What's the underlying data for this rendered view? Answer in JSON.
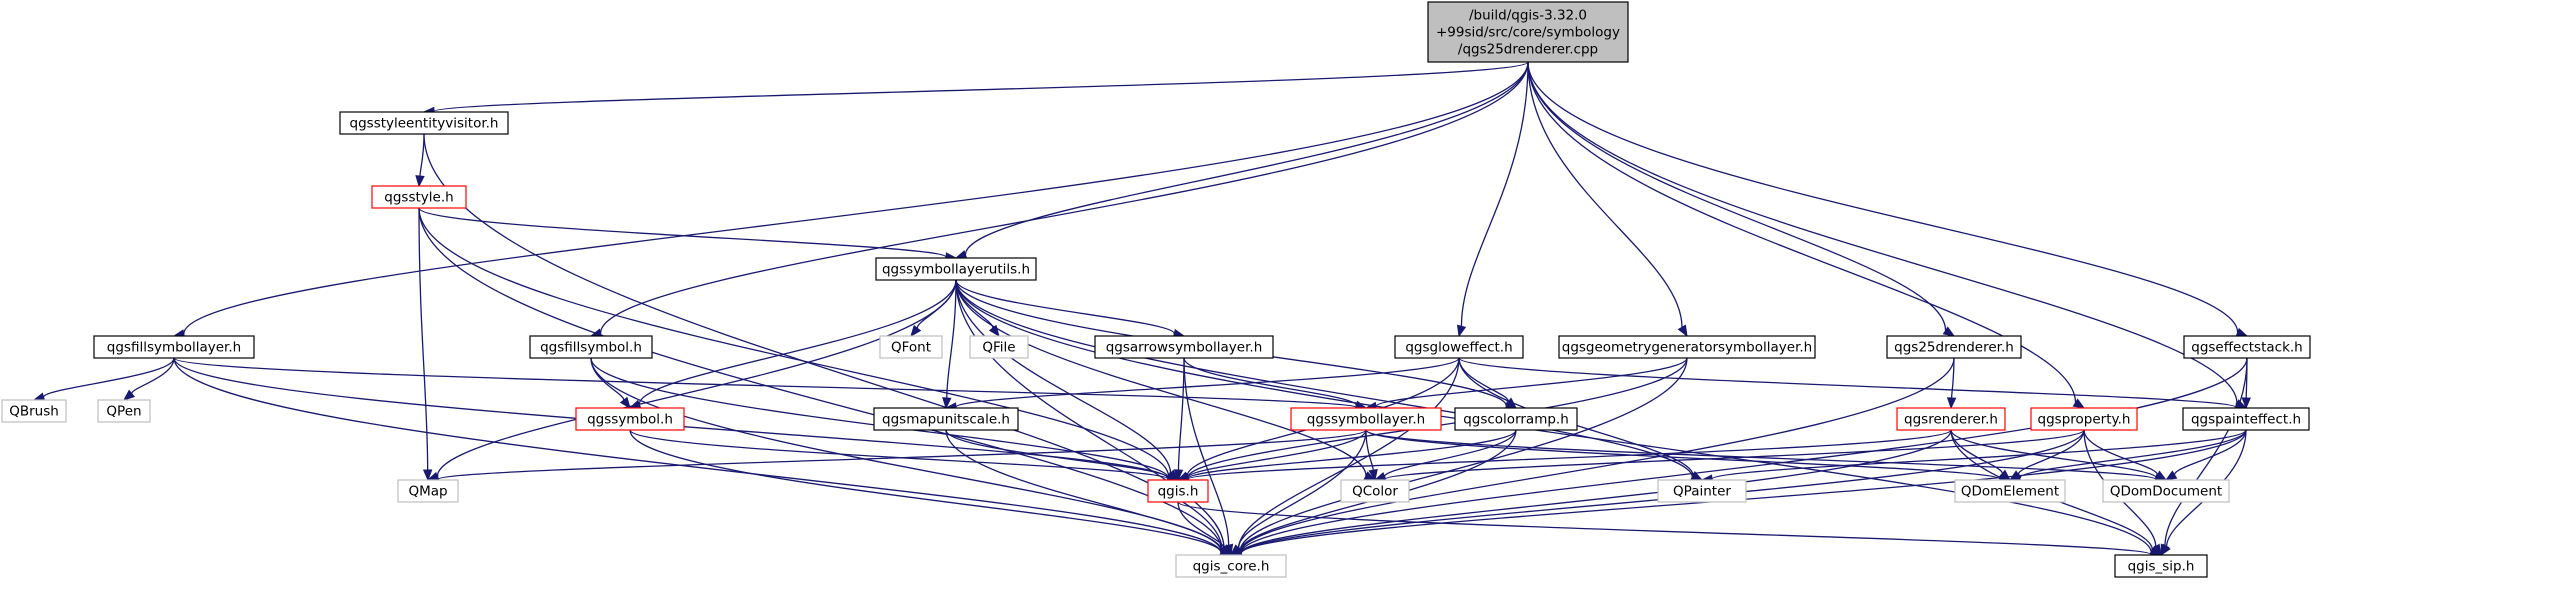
{
  "colors": {
    "edge": "#191970",
    "root_fill": "#bfbfbf",
    "normal_border": "#000000",
    "truncated_border": "#ff0000",
    "external_border": "#bfbfbf",
    "external_text": "#000000"
  },
  "nodes": [
    {
      "id": "root",
      "lines": [
        "/build/qgis-3.32.0",
        "+99sid/src/core/symbology",
        "/qgs25drenderer.cpp"
      ],
      "kind": "root"
    },
    {
      "id": "qgsstyleentityvisitor",
      "lines": [
        "qgsstyleentityvisitor.h"
      ],
      "kind": "normal"
    },
    {
      "id": "qgsstyle",
      "lines": [
        "qgsstyle.h"
      ],
      "kind": "truncated"
    },
    {
      "id": "qgssymbollayerutils",
      "lines": [
        "qgssymbollayerutils.h"
      ],
      "kind": "normal"
    },
    {
      "id": "qgsfillsymbollayer",
      "lines": [
        "qgsfillsymbollayer.h"
      ],
      "kind": "normal"
    },
    {
      "id": "qgsfillsymbol",
      "lines": [
        "qgsfillsymbol.h"
      ],
      "kind": "normal"
    },
    {
      "id": "QFont",
      "lines": [
        "QFont"
      ],
      "kind": "external"
    },
    {
      "id": "QFile",
      "lines": [
        "QFile"
      ],
      "kind": "external"
    },
    {
      "id": "qgsarrowsymbollayer",
      "lines": [
        "qgsarrowsymbollayer.h"
      ],
      "kind": "normal"
    },
    {
      "id": "qgsgloweffect",
      "lines": [
        "qgsgloweffect.h"
      ],
      "kind": "normal"
    },
    {
      "id": "qgsgeometrygeneratorsymbollayer",
      "lines": [
        "qgsgeometrygeneratorsymbollayer.h"
      ],
      "kind": "normal"
    },
    {
      "id": "qgs25drenderer",
      "lines": [
        "qgs25drenderer.h"
      ],
      "kind": "normal"
    },
    {
      "id": "qgseffectstack",
      "lines": [
        "qgseffectstack.h"
      ],
      "kind": "normal"
    },
    {
      "id": "QBrush",
      "lines": [
        "QBrush"
      ],
      "kind": "external"
    },
    {
      "id": "QPen",
      "lines": [
        "QPen"
      ],
      "kind": "external"
    },
    {
      "id": "qgssymbol",
      "lines": [
        "qgssymbol.h"
      ],
      "kind": "truncated"
    },
    {
      "id": "qgsmapunitscale",
      "lines": [
        "qgsmapunitscale.h"
      ],
      "kind": "normal"
    },
    {
      "id": "qgssymbollayer",
      "lines": [
        "qgssymbollayer.h"
      ],
      "kind": "truncated"
    },
    {
      "id": "qgscolorramp",
      "lines": [
        "qgscolorramp.h"
      ],
      "kind": "normal"
    },
    {
      "id": "qgsrenderer",
      "lines": [
        "qgsrenderer.h"
      ],
      "kind": "truncated"
    },
    {
      "id": "qgsproperty",
      "lines": [
        "qgsproperty.h"
      ],
      "kind": "truncated"
    },
    {
      "id": "qgspainteffect",
      "lines": [
        "qgspainteffect.h"
      ],
      "kind": "normal"
    },
    {
      "id": "QMap",
      "lines": [
        "QMap"
      ],
      "kind": "external"
    },
    {
      "id": "qgis",
      "lines": [
        "qgis.h"
      ],
      "kind": "truncated"
    },
    {
      "id": "QColor",
      "lines": [
        "QColor"
      ],
      "kind": "external"
    },
    {
      "id": "QPainter",
      "lines": [
        "QPainter"
      ],
      "kind": "external"
    },
    {
      "id": "QDomElement",
      "lines": [
        "QDomElement"
      ],
      "kind": "external"
    },
    {
      "id": "QDomDocument",
      "lines": [
        "QDomDocument"
      ],
      "kind": "external"
    },
    {
      "id": "qgis_core",
      "lines": [
        "qgis_core.h"
      ],
      "kind": "external"
    },
    {
      "id": "qgis_sip",
      "lines": [
        "qgis_sip.h"
      ],
      "kind": "normal"
    }
  ],
  "edges": [
    [
      "root",
      "qgsstyleentityvisitor"
    ],
    [
      "root",
      "qgssymbollayerutils"
    ],
    [
      "root",
      "qgsfillsymbollayer"
    ],
    [
      "root",
      "qgsfillsymbol"
    ],
    [
      "root",
      "qgsgloweffect"
    ],
    [
      "root",
      "qgsgeometrygeneratorsymbollayer"
    ],
    [
      "root",
      "qgs25drenderer"
    ],
    [
      "root",
      "qgsproperty"
    ],
    [
      "root",
      "qgspainteffect"
    ],
    [
      "root",
      "qgseffectstack"
    ],
    [
      "qgsstyleentityvisitor",
      "qgsstyle"
    ],
    [
      "qgsstyleentityvisitor",
      "qgis_core"
    ],
    [
      "qgsstyle",
      "qgssymbollayerutils"
    ],
    [
      "qgsstyle",
      "QMap"
    ],
    [
      "qgsstyle",
      "qgis"
    ],
    [
      "qgsstyle",
      "qgis_core"
    ],
    [
      "qgssymbollayerutils",
      "QMap"
    ],
    [
      "qgssymbollayerutils",
      "qgssymbol"
    ],
    [
      "qgssymbollayerutils",
      "qgsmapunitscale"
    ],
    [
      "qgssymbollayerutils",
      "qgis"
    ],
    [
      "qgssymbollayerutils",
      "QFont"
    ],
    [
      "qgssymbollayerutils",
      "QFile"
    ],
    [
      "qgssymbollayerutils",
      "qgsarrowsymbollayer"
    ],
    [
      "qgssymbollayerutils",
      "qgscolorramp"
    ],
    [
      "qgssymbollayerutils",
      "QColor"
    ],
    [
      "qgssymbollayerutils",
      "QPainter"
    ],
    [
      "qgssymbollayerutils",
      "qgis_sip"
    ],
    [
      "qgssymbollayerutils",
      "qgis_core"
    ],
    [
      "qgsfillsymbollayer",
      "QBrush"
    ],
    [
      "qgsfillsymbollayer",
      "QPen"
    ],
    [
      "qgsfillsymbollayer",
      "qgssymbollayer"
    ],
    [
      "qgsfillsymbollayer",
      "qgis"
    ],
    [
      "qgsfillsymbollayer",
      "qgis_core"
    ],
    [
      "qgsfillsymbol",
      "qgssymbol"
    ],
    [
      "qgsfillsymbol",
      "qgis"
    ],
    [
      "qgsfillsymbol",
      "qgis_core"
    ],
    [
      "qgsarrowsymbollayer",
      "qgssymbollayer"
    ],
    [
      "qgsarrowsymbollayer",
      "qgis"
    ],
    [
      "qgsarrowsymbollayer",
      "qgis_core"
    ],
    [
      "qgsgloweffect",
      "qgspainteffect"
    ],
    [
      "qgsgloweffect",
      "qgscolorramp"
    ],
    [
      "qgsgloweffect",
      "qgis"
    ],
    [
      "qgsgloweffect",
      "QPainter"
    ],
    [
      "qgsgloweffect",
      "qgis_core"
    ],
    [
      "qgsgloweffect",
      "qgsmapunitscale"
    ],
    [
      "qgsgeometrygeneratorsymbollayer",
      "qgssymbollayer"
    ],
    [
      "qgsgeometrygeneratorsymbollayer",
      "qgis"
    ],
    [
      "qgsgeometrygeneratorsymbollayer",
      "qgis_core"
    ],
    [
      "qgs25drenderer",
      "qgsrenderer"
    ],
    [
      "qgs25drenderer",
      "qgis_core"
    ],
    [
      "qgseffectstack",
      "qgspainteffect"
    ],
    [
      "qgseffectstack",
      "qgis_core"
    ],
    [
      "qgseffectstack",
      "qgis_sip"
    ],
    [
      "qgssymbol",
      "qgis"
    ],
    [
      "qgssymbol",
      "qgis_core"
    ],
    [
      "qgsmapunitscale",
      "qgis"
    ],
    [
      "qgsmapunitscale",
      "qgis_core"
    ],
    [
      "qgssymbollayer",
      "QMap"
    ],
    [
      "qgssymbollayer",
      "qgis"
    ],
    [
      "qgssymbollayer",
      "QColor"
    ],
    [
      "qgssymbollayer",
      "QDomElement"
    ],
    [
      "qgssymbollayer",
      "QDomDocument"
    ],
    [
      "qgssymbollayer",
      "qgis_core"
    ],
    [
      "qgscolorramp",
      "qgis"
    ],
    [
      "qgscolorramp",
      "QColor"
    ],
    [
      "qgscolorramp",
      "qgis_core"
    ],
    [
      "qgsrenderer",
      "qgis"
    ],
    [
      "qgsrenderer",
      "QDomElement"
    ],
    [
      "qgsrenderer",
      "QDomDocument"
    ],
    [
      "qgsrenderer",
      "qgis_core"
    ],
    [
      "qgsrenderer",
      "qgis_sip"
    ],
    [
      "qgsproperty",
      "QColor"
    ],
    [
      "qgsproperty",
      "QDomElement"
    ],
    [
      "qgsproperty",
      "QDomDocument"
    ],
    [
      "qgsproperty",
      "qgis_core"
    ],
    [
      "qgsproperty",
      "qgis_sip"
    ],
    [
      "qgspainteffect",
      "QPainter"
    ],
    [
      "qgspainteffect",
      "QDomElement"
    ],
    [
      "qgspainteffect",
      "QDomDocument"
    ],
    [
      "qgspainteffect",
      "qgis_core"
    ],
    [
      "qgspainteffect",
      "qgis_sip"
    ],
    [
      "qgis",
      "qgis_core"
    ],
    [
      "qgis",
      "qgis_sip"
    ]
  ]
}
